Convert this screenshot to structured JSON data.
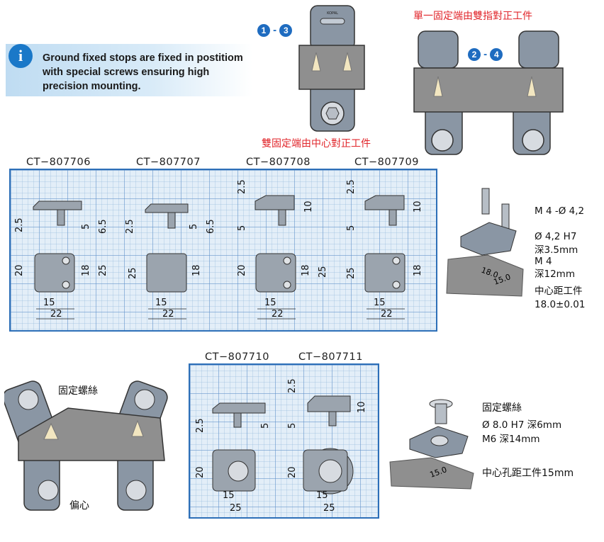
{
  "info": {
    "text": "Ground fixed stops are fixed in postitiom with special screws ensuring high precision mounting.",
    "icon": "info-icon"
  },
  "steps": {
    "a": "1",
    "a_sep": "-",
    "a_end": "3",
    "b": "2",
    "b_sep": "-",
    "b_end": "4"
  },
  "captions": {
    "single": "單一固定端由雙指對正工件",
    "double": "雙固定端由中心對正工件"
  },
  "models": {
    "m1": "CT−807706",
    "m2": "CT−807707",
    "m3": "CT−807708",
    "m4": "CT−807709",
    "m5": "CT−807710",
    "m6": "CT−807711"
  },
  "dims": {
    "d2_5": "2.5",
    "d5": "5",
    "d6_5": "6.5",
    "d10": "10",
    "d15": "15",
    "d18": "18",
    "d20": "20",
    "d22": "22",
    "d25": "25"
  },
  "mount1": {
    "screw": "M 4 -Ø 4,2",
    "hole": "Ø 4,2 H7",
    "hole_depth": "深3.5mm",
    "thread": "M 4",
    "thread_depth": "深12mm",
    "center": "中心距工件",
    "tol": "18.0±0.01",
    "dim_18": "18.0",
    "dim_15": "15.0"
  },
  "mount2": {
    "screw_label": "固定螺絲",
    "hole": "Ø 8.0 H7 深6mm",
    "thread": "M6 深14mm",
    "center": "中心孔距工件15mm",
    "dim_15": "15.0"
  },
  "fixture": {
    "screw_label": "固定螺絲",
    "eccentric_label": "偏心"
  },
  "brand": "KOPAL",
  "colors": {
    "accent": "#2d6fb8",
    "caption": "#e1262b",
    "badge": "#1f6cc0"
  }
}
